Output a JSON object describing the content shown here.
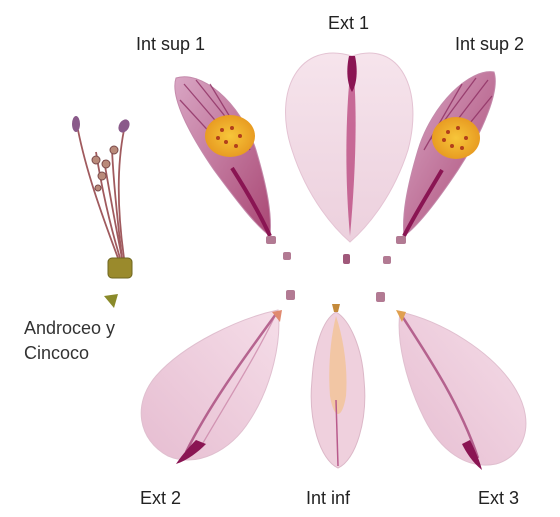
{
  "labels": {
    "ext1": "Ext 1",
    "int_sup_1": "Int sup 1",
    "int_sup_2": "Int sup 2",
    "androceo_line1": "Androceo y",
    "androceo_line2": "Cincoco",
    "ext2": "Ext 2",
    "int_inf": "Int inf",
    "ext3": "Ext 3"
  },
  "colors": {
    "petal_pale": "#f3dbe6",
    "petal_mid": "#e7bfd2",
    "petal_vein": "#a04a78",
    "magenta_base": "#8a1553",
    "yellow_spot": "#f0b42a",
    "stamen_green": "#9a8a2c"
  }
}
